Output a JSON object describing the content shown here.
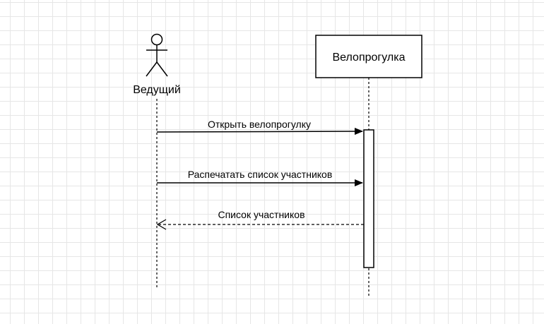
{
  "actor": {
    "name": "Ведущий",
    "icon": "stick-figure-icon"
  },
  "object": {
    "name": "Велопрогулка"
  },
  "messages": [
    {
      "label": "Открыть велопрогулку",
      "kind": "sync"
    },
    {
      "label": "Распечатать список участников",
      "kind": "sync"
    },
    {
      "label": "Список участников",
      "kind": "return"
    }
  ],
  "colors": {
    "line": "#000000",
    "grid": "#e6e6e6",
    "background": "#ffffff"
  }
}
